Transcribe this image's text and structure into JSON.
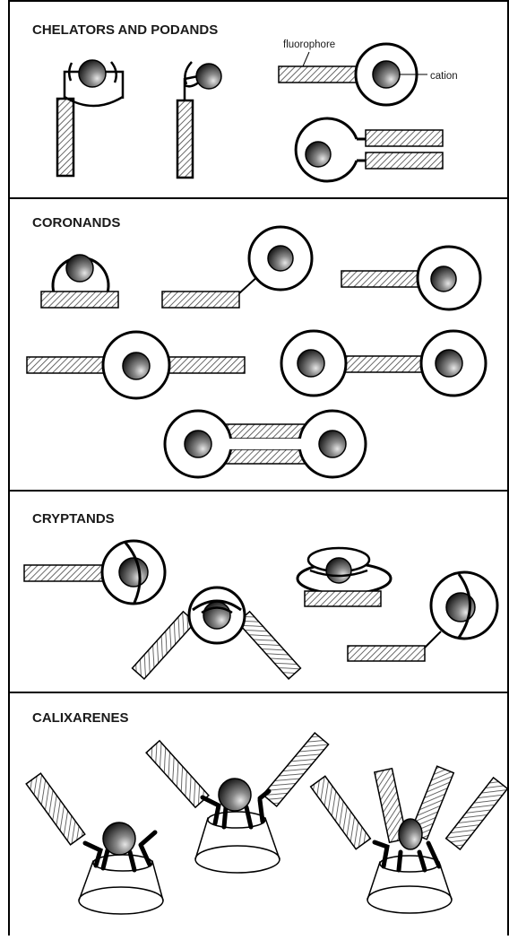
{
  "sections": {
    "chelators": "CHELATORS AND PODANDS",
    "coronands": "CORONANDS",
    "cryptands": "CRYPTANDS",
    "calixarenes": "CALIXARENES"
  },
  "labels": {
    "fluorophore": "fluorophore",
    "cation": "cation"
  },
  "colors": {
    "line": "#000000",
    "background": "#ffffff",
    "hatch": "#444444"
  }
}
